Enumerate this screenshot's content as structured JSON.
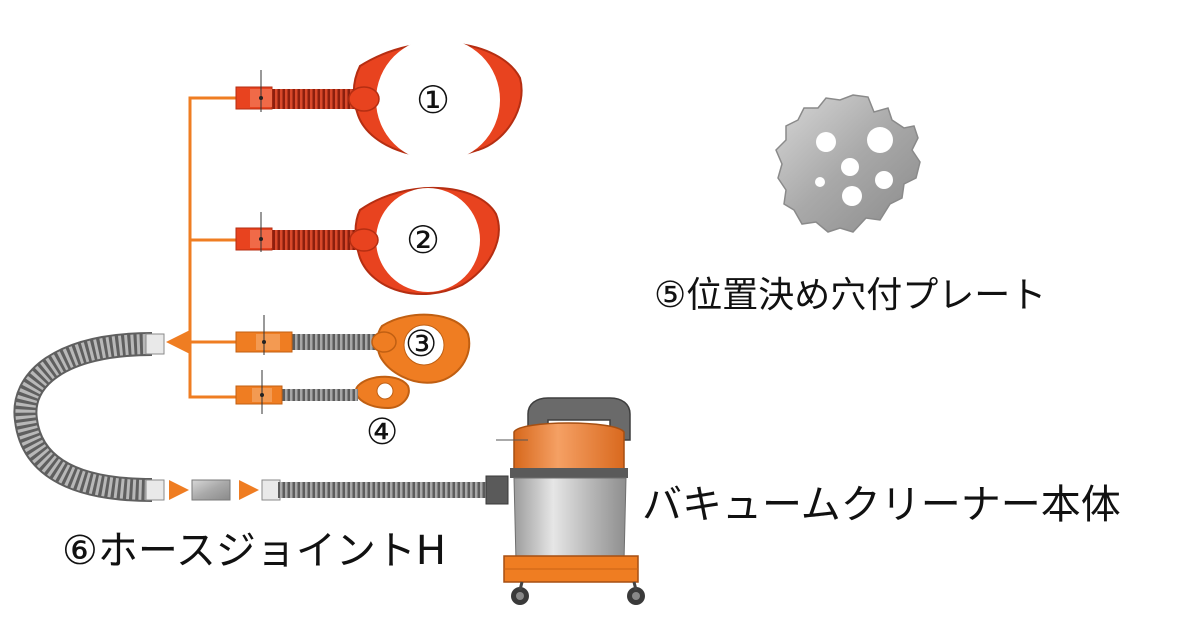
{
  "labels": {
    "plate": "⑤位置決め穴付プレート",
    "vacuum": "バキュームクリーナー本体",
    "joint": "⑥ホースジョイントH"
  },
  "markers": {
    "n1": "①",
    "n2": "②",
    "n3": "③",
    "n4": "④"
  },
  "colors": {
    "red_part": "#e8431f",
    "orange_part": "#ef7d22",
    "connector_line": "#ef7d22",
    "hose_gray": "#8a8a8a",
    "metal": "#b8b8b8"
  }
}
